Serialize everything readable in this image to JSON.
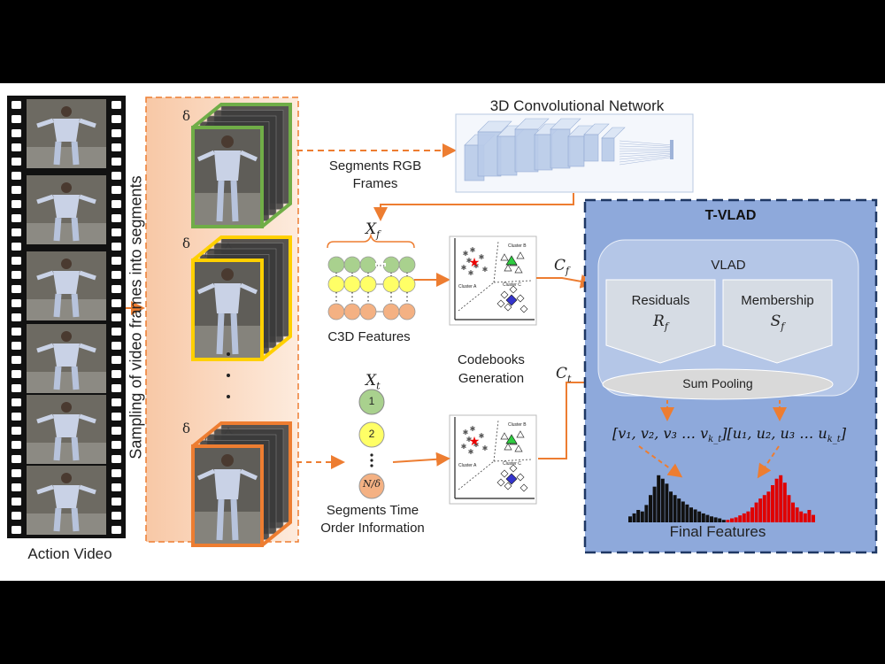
{
  "labels": {
    "action_video": "Action Video",
    "sampling": "Sampling of video frames into segments",
    "delta": "δ",
    "vdots": "·",
    "cnn_title": "3D Convolutional Network",
    "segments_rgb": "Segments RGB\nFrames",
    "c3d_features": "C3D Features",
    "codebooks": "Codebooks\nGeneration",
    "segments_time": "Segments Time\nOrder Information",
    "tvlad": "T-VLAD",
    "vlad": "VLAD",
    "residuals": "Residuals",
    "membership": "Membership",
    "sum_pooling": "Sum Pooling",
    "final_features": "Final Features",
    "xf": "X",
    "xf_sub": "f",
    "xt": "X",
    "xt_sub": "t",
    "cf": "C",
    "cf_sub": "f",
    "ct": "C",
    "ct_sub": "t",
    "rf": "R",
    "rf_sub": "f",
    "sf": "S",
    "sf_sub": "f",
    "vector_v": "[v₁, v₂, v₃ … v",
    "vector_v_sub": "k_t",
    "vector_u": "][u₁, u₂, u₃ … u",
    "vector_u_sub": "k_t",
    "vector_close": "]",
    "node_1": "1",
    "node_2": "2",
    "node_n": "N/δ",
    "cluster_a": "Cluster A",
    "cluster_b": "Cluster B",
    "cluster_c": "Cluster C"
  },
  "colors": {
    "orange": "#ED7D31",
    "blue_panel": "#8EA9DB",
    "navy_border": "#1F3864",
    "green_node": "#A9D18E",
    "yellow_node": "#FFFF66",
    "orange_node": "#F4B183",
    "hist_black": "#111111",
    "hist_red": "#E00000"
  },
  "histogram": {
    "black": [
      0.12,
      0.18,
      0.25,
      0.22,
      0.35,
      0.55,
      0.72,
      0.95,
      0.88,
      0.78,
      0.62,
      0.55,
      0.48,
      0.42,
      0.36,
      0.3,
      0.26,
      0.22,
      0.18,
      0.15,
      0.12,
      0.1,
      0.08,
      0.05
    ],
    "red": [
      0.05,
      0.08,
      0.1,
      0.14,
      0.18,
      0.22,
      0.3,
      0.4,
      0.48,
      0.55,
      0.62,
      0.75,
      0.88,
      0.95,
      0.8,
      0.55,
      0.4,
      0.3,
      0.22,
      0.18,
      0.25,
      0.15
    ]
  }
}
